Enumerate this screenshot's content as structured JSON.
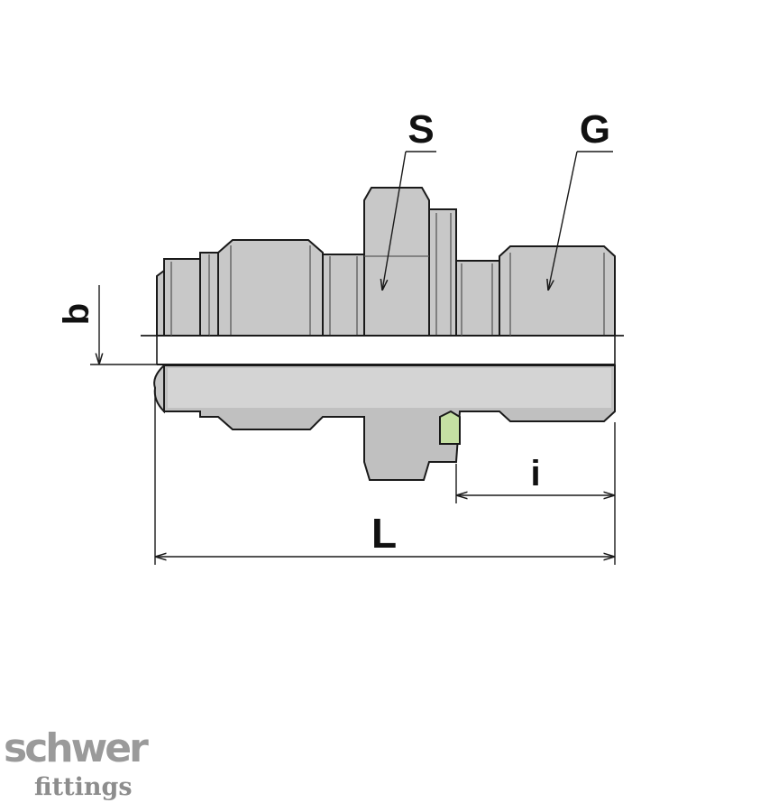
{
  "diagram": {
    "labels": {
      "s": "S",
      "g": "G",
      "b": "b",
      "i": "i",
      "l": "L"
    },
    "colors": {
      "body": "#c4c4c4",
      "body_light": "#d2d2d2",
      "outline": "#1a1a1a",
      "seal": "#c5e0a3"
    }
  },
  "logo": {
    "line1": "schwer",
    "line2": "fittings"
  }
}
